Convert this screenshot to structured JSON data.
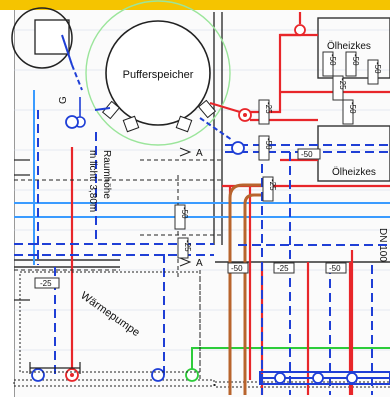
{
  "window": {
    "accent_bar_color": "#f5c400"
  },
  "colors": {
    "supply_red": "#e8262a",
    "return_blue": "#1f3fd6",
    "light_blue": "#3a9bff",
    "green": "#2dcc3a",
    "pipe_brown": "#b8642d",
    "sensor_ring": "#9be59b"
  },
  "labels": {
    "buffer_tank": "Pufferspeicher",
    "oil_tank_1": "Ölheizkes",
    "oil_tank_2": "Ölheizkes",
    "room_height": "Raumhöhe",
    "room_height_value": "m licht: 3,80m",
    "heat_pump": "Wärmepumpe",
    "dn_label": "DN 100",
    "valve_g": "G",
    "arrow_a1": "A",
    "arrow_a2": "A"
  },
  "dimension_tags": {
    "t1": "-25",
    "t2": "-50",
    "t3": "-50",
    "t4": "-25",
    "t5": "-50",
    "t6": "-50",
    "t7": "-50",
    "t8": "-25",
    "t9": "-50",
    "t10": "-50",
    "t11": "-25",
    "t12": "-50",
    "t13": "-25",
    "t14": "-25",
    "t15": "-50"
  }
}
